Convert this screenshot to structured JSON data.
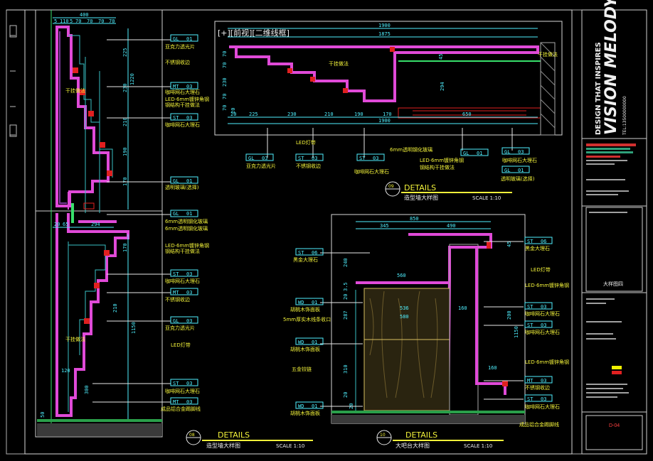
{
  "viewport_label": "[+][前视][二维线框]",
  "left_top_dims": {
    "top_total": "400",
    "top_parts": [
      "5",
      "110",
      "5",
      "70",
      "70",
      "70",
      "70"
    ],
    "vertical": [
      "225",
      "230",
      "210",
      "190",
      "170",
      "1220"
    ]
  },
  "left_bottom_dims": {
    "top_parts": [
      "20",
      "65",
      "294"
    ],
    "vertical": [
      "170",
      "210",
      "1150",
      "120",
      "300",
      "50"
    ]
  },
  "right_top_dims": {
    "total": "1900",
    "inner": "1875",
    "bottom_parts": [
      "20",
      "225",
      "230",
      "210",
      "190",
      "170",
      "650"
    ],
    "bottom_total": "1900",
    "vertical": [
      "70",
      "70",
      "230",
      "70",
      "70",
      "20",
      "294",
      "45"
    ]
  },
  "right_bottom_dims": {
    "top_total": "850",
    "top_parts": [
      "345",
      "490"
    ],
    "inner": [
      "560",
      "536",
      "580",
      "160",
      "160"
    ],
    "vertical": [
      "240",
      "3.5",
      "20",
      "287",
      "310",
      "20",
      "20",
      "45",
      "200",
      "1150"
    ]
  },
  "tags": [
    {
      "code": "GL",
      "num": "01"
    },
    {
      "code": "GL",
      "num": "03"
    },
    {
      "code": "ST",
      "num": "03"
    },
    {
      "code": "MT",
      "num": "03"
    },
    {
      "code": "ST",
      "num": "03"
    },
    {
      "code": "GL",
      "num": "01"
    },
    {
      "code": "GL",
      "num": "01"
    },
    {
      "code": "ST",
      "num": "03"
    },
    {
      "code": "MT",
      "num": "03"
    },
    {
      "code": "GL",
      "num": "03"
    },
    {
      "code": "ST",
      "num": "06"
    },
    {
      "code": "WD",
      "num": "01"
    },
    {
      "code": "WD",
      "num": "01"
    },
    {
      "code": "ST",
      "num": "03"
    },
    {
      "code": "MT",
      "num": "03"
    },
    {
      "code": "ST",
      "num": "03"
    }
  ],
  "notes": {
    "n_gl03": "亚克力透光片",
    "n_mt03": "不锈钢收边",
    "n_led": "LED·6mm镀锌角钢",
    "n_led2": "钢结构干挂做法",
    "n_gan": "干挂做法",
    "n_st03": "咖啡网石大理石",
    "n_gl01": "透明玻璃(选择)",
    "n_6mm": "6mm透明钢化玻璃",
    "n_led_light": "LED灯带",
    "n_gl01b": "6mm透明钢化玻璃",
    "n_st06": "黑金大理石",
    "n_wd01": "胡桃木饰面板",
    "n_5mm": "5mm厚实木线条收口",
    "n_bolt": "五金铰链",
    "n_ganshuo": "干挂做法",
    "n_finish": "成品铝合金踢脚线"
  },
  "titles": [
    {
      "num": "08",
      "label": "DETAILS",
      "sub": "造型墙大样图",
      "scale": "SCALE 1:10"
    },
    {
      "num": "09",
      "label": "DETAILS",
      "sub": "造型墙大样图",
      "scale": "SCALE 1:10"
    },
    {
      "num": "10",
      "label": "DETAILS",
      "sub": "大吧台大样图",
      "scale": "SCALE 1:10"
    }
  ],
  "brand": {
    "name": "VISION MELODY",
    "tagline": "DESIGN THAT INSPIRES",
    "contact": "TEL:13500000000"
  },
  "sheet_label": "大样图四",
  "sheet_no": "D-04"
}
